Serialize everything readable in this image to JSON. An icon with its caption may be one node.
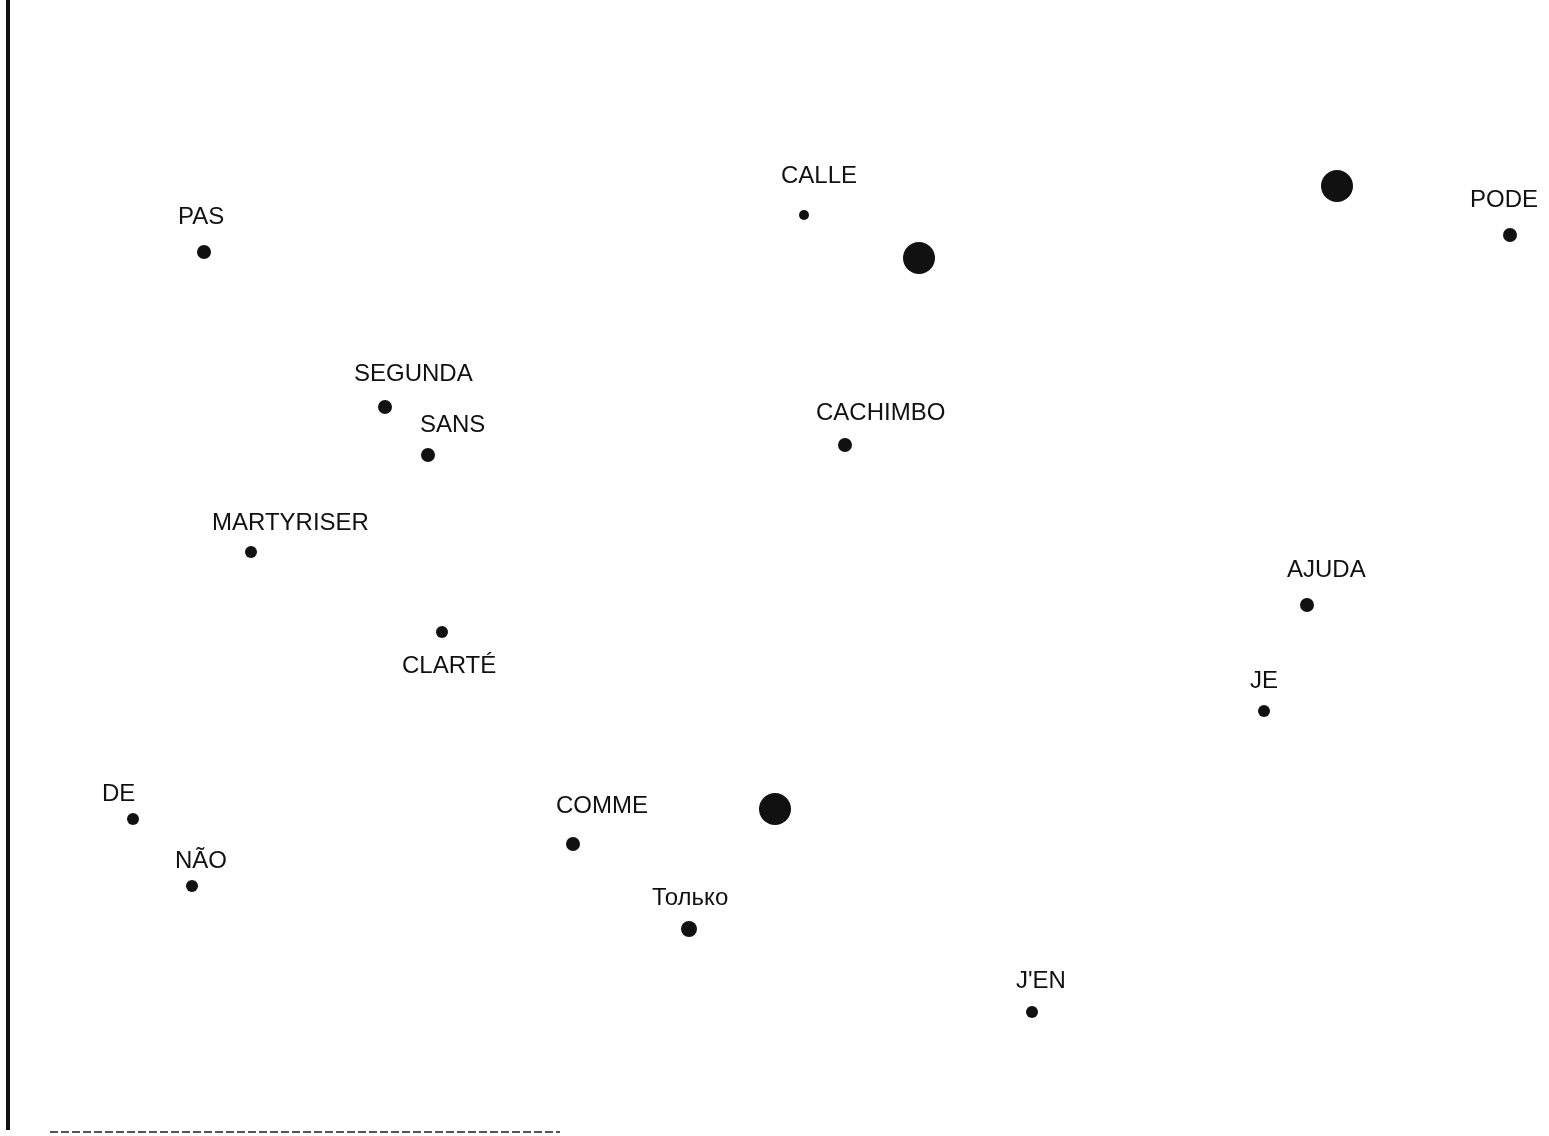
{
  "diagram": {
    "labels": [
      "CALLE",
      "PODE",
      "PAS",
      "SEGUNDA",
      "CACHIMBO",
      "SANS",
      "MARTYRISER",
      "AJUDA",
      "CLARTÉ",
      "JE",
      "DE",
      "COMME",
      "NÃO",
      "Только",
      "J'EN"
    ]
  }
}
